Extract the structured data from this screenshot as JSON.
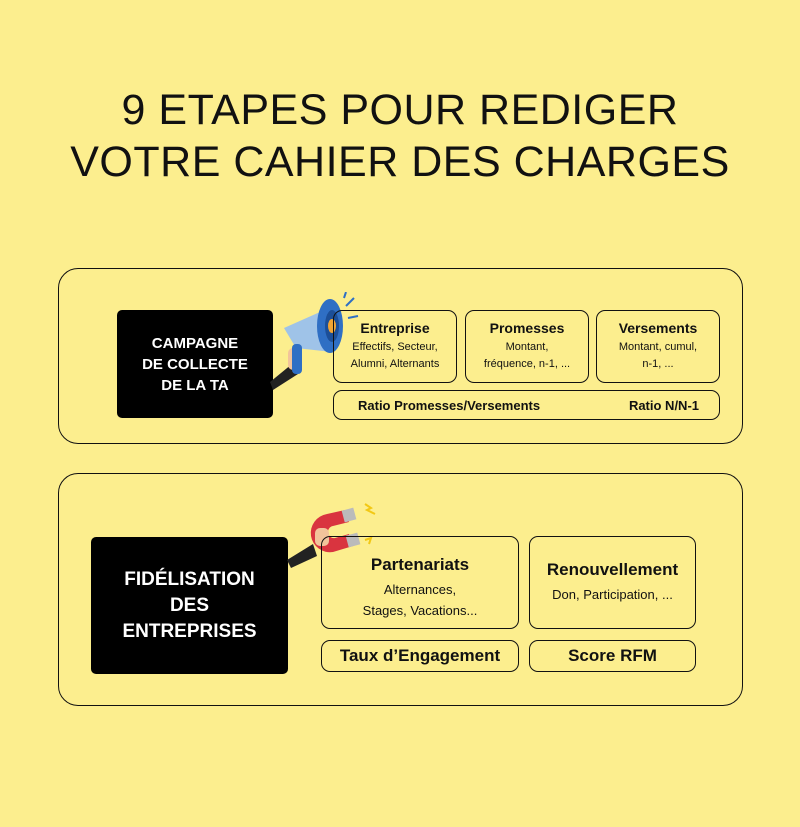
{
  "title": {
    "line1": "9 ETAPES POUR REDIGER",
    "line2": "VOTRE CAHIER DES CHARGES"
  },
  "section1": {
    "label_lines": [
      "CAMPAGNE",
      "DE COLLECTE",
      "DE LA TA"
    ],
    "icon": "megaphone-icon",
    "cards": [
      {
        "title": "Entreprise",
        "lines": [
          "Effectifs, Secteur,",
          "Alumni, Alternants"
        ]
      },
      {
        "title": "Promesses",
        "lines": [
          "Montant,",
          "fréquence, n-1, ..."
        ]
      },
      {
        "title": "Versements",
        "lines": [
          "Montant, cumul,",
          "n-1, ..."
        ]
      }
    ],
    "ratios": [
      "Ratio Promesses/Versements",
      "Ratio N/N-1"
    ]
  },
  "section2": {
    "label_lines": [
      "FIDÉLISATION",
      "DES",
      "ENTREPRISES"
    ],
    "icon": "magnet-icon",
    "cards": [
      {
        "title": "Partenariats",
        "lines": [
          "Alternances,",
          "Stages, Vacations..."
        ]
      },
      {
        "title": "Renouvellement",
        "lines": [
          "Don, Participation, ..."
        ]
      }
    ],
    "metrics": [
      "Taux d’Engagement",
      "Score RFM"
    ]
  },
  "colors": {
    "background": "#fcee8e",
    "label_bg": "#000000"
  }
}
